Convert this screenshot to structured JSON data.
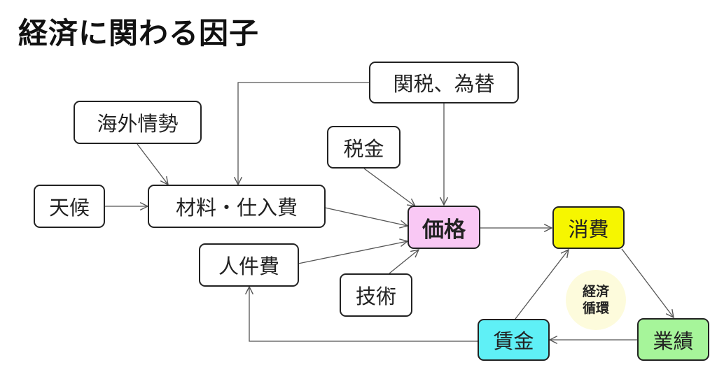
{
  "title": "経済に関わる因子",
  "nodes": {
    "tariff": "関税、為替",
    "overseas": "海外情勢",
    "tax": "税金",
    "weather": "天候",
    "materials": "材料・仕入費",
    "price": "価格",
    "consumption": "消費",
    "labor": "人件費",
    "technology": "技術",
    "wages": "賃金",
    "performance": "業績"
  },
  "cycle_label": [
    "経済",
    "循環"
  ],
  "colors": {
    "price": "#f9c8f4",
    "consumption": "#f6f600",
    "wages": "#5ff0f6",
    "performance": "#a6f59a",
    "cycle": "#fdfbdc"
  }
}
